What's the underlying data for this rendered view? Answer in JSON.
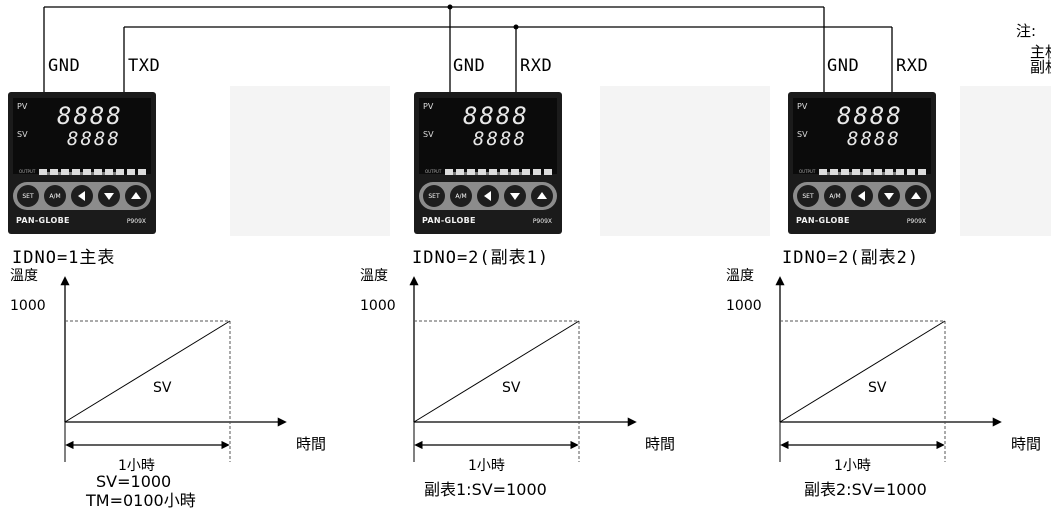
{
  "wiring": {
    "gnd": "GND",
    "txd": "TXD",
    "rxd": "RXD"
  },
  "note": {
    "title": "注:",
    "line1": "主机",
    "line2": "副机"
  },
  "controller": {
    "pv_label": "PV",
    "sv_label": "SV",
    "digits": "8888",
    "output_label": "OUTPUT",
    "set_label": "SET",
    "am_label": "A/M",
    "brand": "PAN-GLOBE",
    "model": "P909X"
  },
  "units": [
    {
      "id_label": "IDNO=1主表",
      "caption_lines": [
        "SV=1000",
        "TM=0100小時"
      ]
    },
    {
      "id_label": "IDNO=2(副表1)",
      "caption_lines": [
        "副表1:SV=1000"
      ]
    },
    {
      "id_label": "IDNO=2(副表2)",
      "caption_lines": [
        "副表2:SV=1000"
      ]
    }
  ],
  "graph": {
    "ylabel": "溫度",
    "ytick": "1000",
    "xlabel": "時間",
    "line_label": "SV",
    "duration": "1小時"
  },
  "colors": {
    "line": "#000000",
    "controller_body": "#1b1b1b",
    "button_strip": "#8c8c8c",
    "dashed": "#555555"
  }
}
